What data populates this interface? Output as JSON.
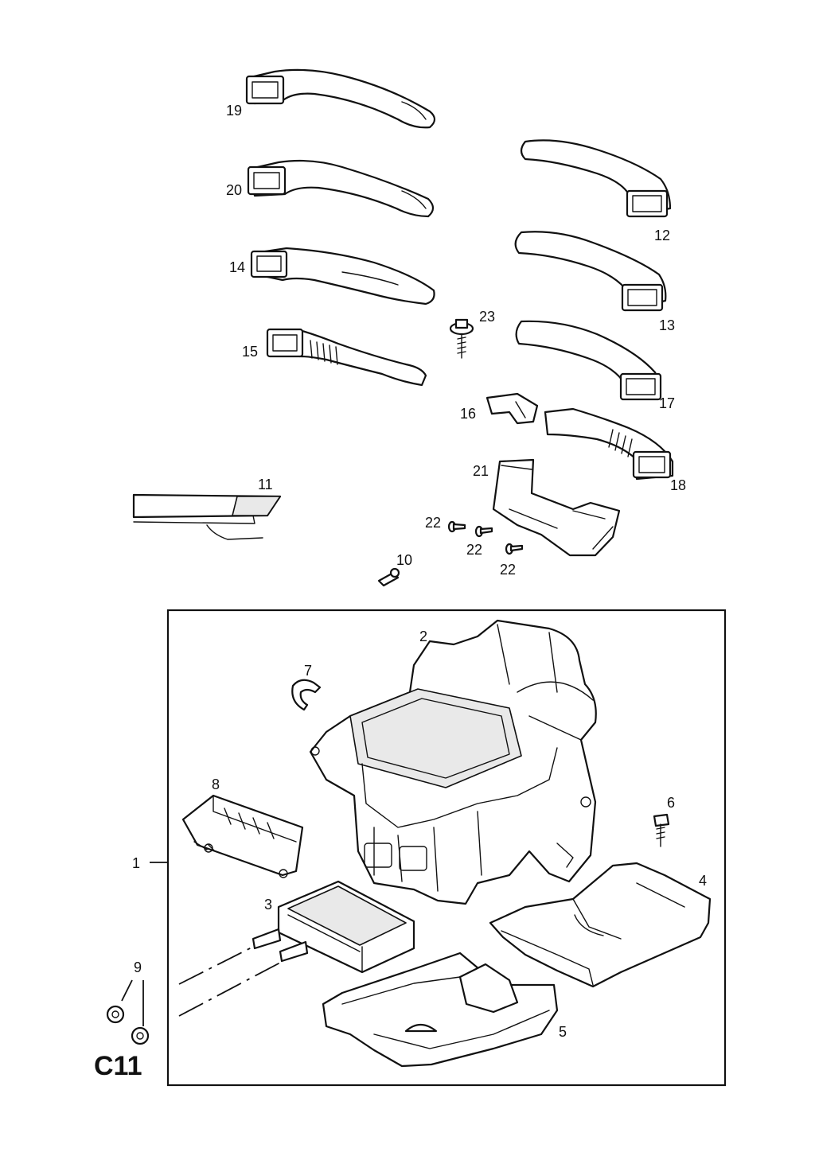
{
  "diagram_code": "C11",
  "callouts": {
    "c1": "1",
    "c2": "2",
    "c3": "3",
    "c4": "4",
    "c5": "5",
    "c6": "6",
    "c7": "7",
    "c8": "8",
    "c9": "9",
    "c10": "10",
    "c11": "11",
    "c12": "12",
    "c13": "13",
    "c14": "14",
    "c15": "15",
    "c16": "16",
    "c17": "17",
    "c18": "18",
    "c19": "19",
    "c20": "20",
    "c21": "21",
    "c22a": "22",
    "c22b": "22",
    "c22c": "22",
    "c23": "23"
  }
}
